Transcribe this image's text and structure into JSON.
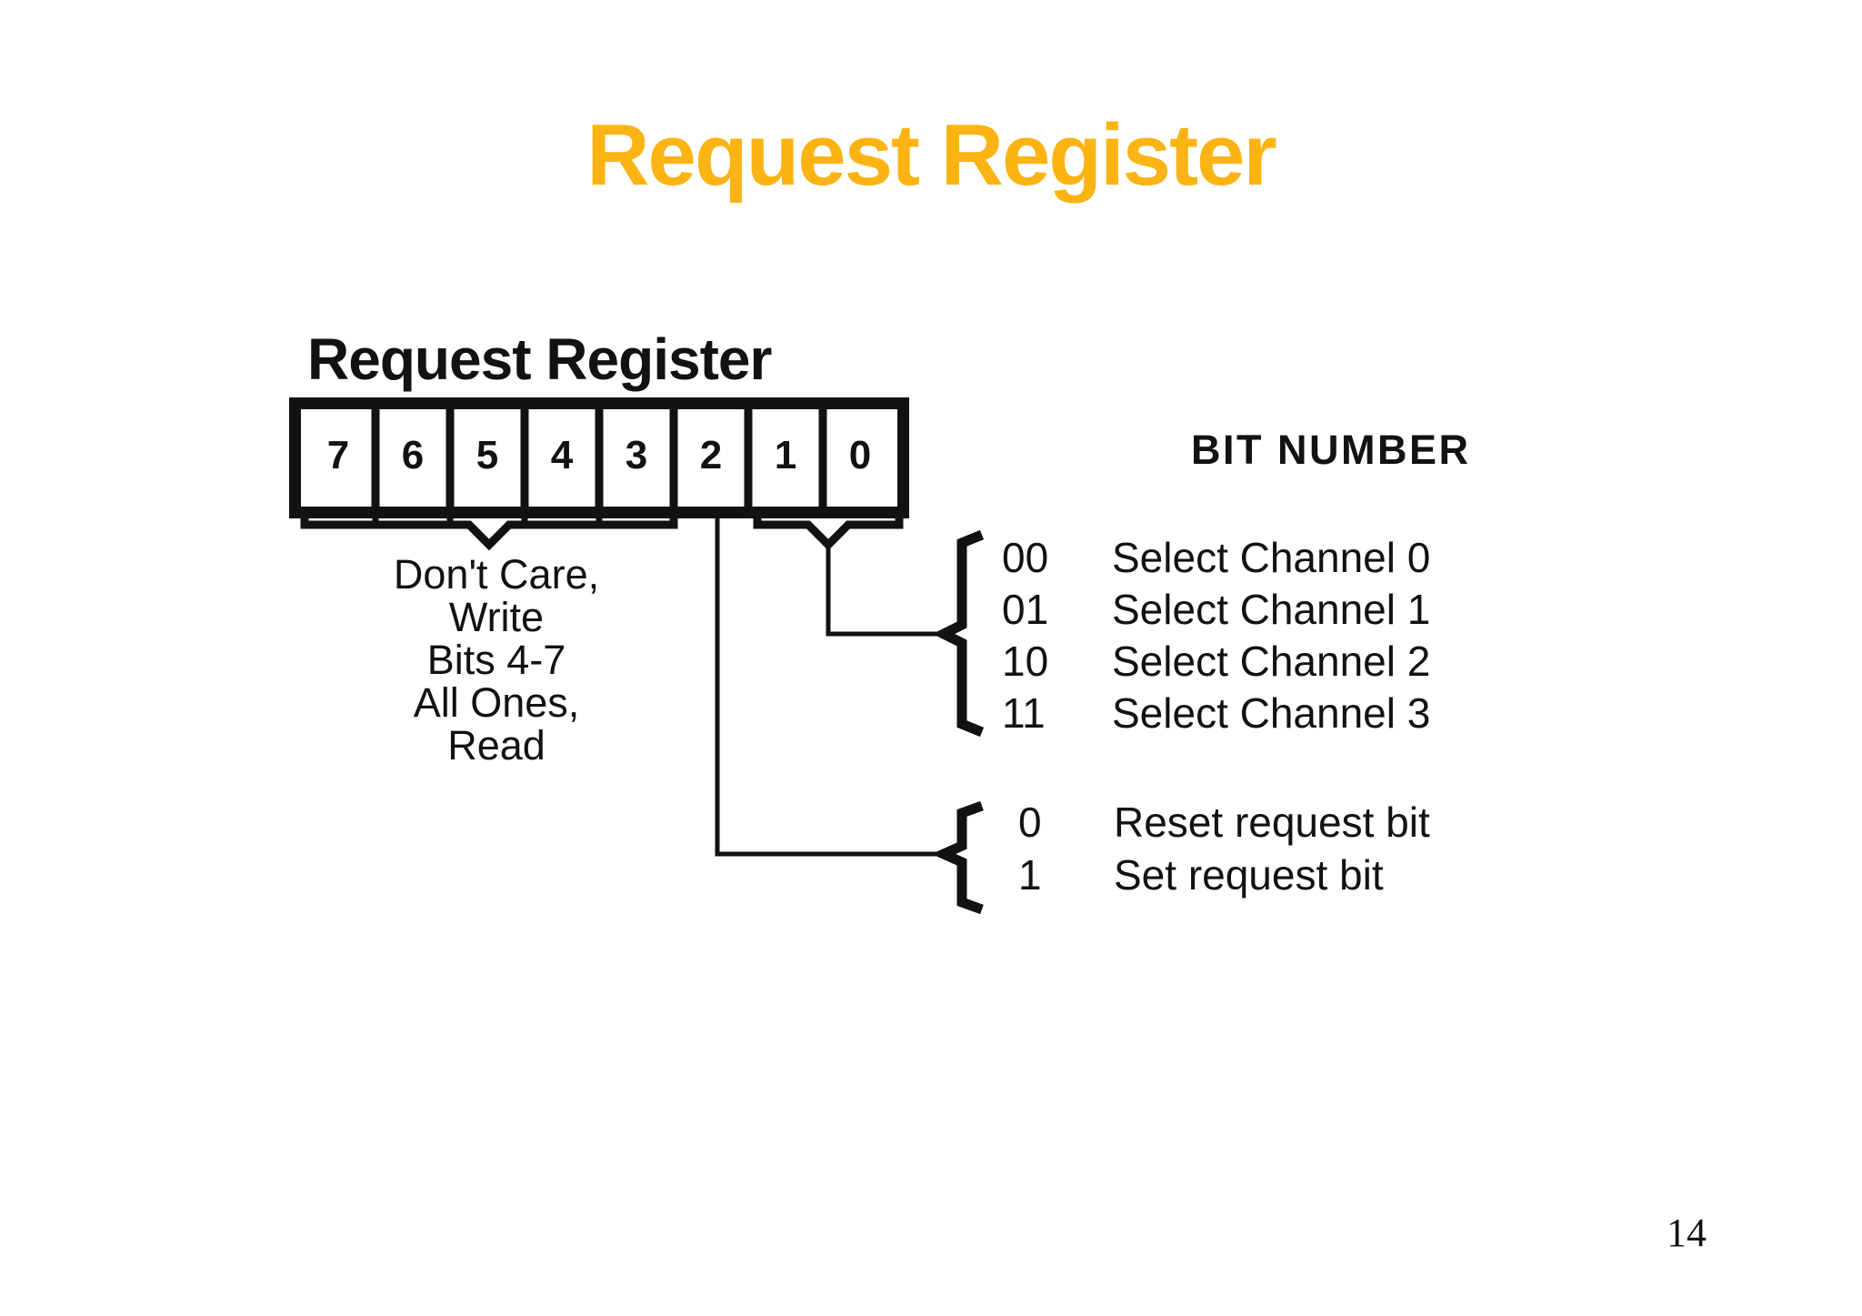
{
  "page": {
    "title": "Request Register",
    "title_color": "#FBB414",
    "page_number": "14",
    "background_color": "#FFFFFF"
  },
  "diagram": {
    "ink_color": "#121212",
    "register_label": "Request Register",
    "bits": [
      "7",
      "6",
      "5",
      "4",
      "3",
      "2",
      "1",
      "0"
    ],
    "bit_number_heading": "BIT NUMBER",
    "high_bits_note": [
      "Don't Care,",
      "Write",
      "Bits 4-7",
      "All Ones,",
      "Read"
    ],
    "channel_select": {
      "rows": [
        {
          "code": "00",
          "label": "Select Channel 0"
        },
        {
          "code": "01",
          "label": "Select Channel 1"
        },
        {
          "code": "10",
          "label": "Select Channel 2"
        },
        {
          "code": "11",
          "label": "Select Channel 3"
        }
      ]
    },
    "request_bit": {
      "rows": [
        {
          "code": "0",
          "label": "Reset request bit"
        },
        {
          "code": "1",
          "label": "Set request bit"
        }
      ]
    }
  }
}
